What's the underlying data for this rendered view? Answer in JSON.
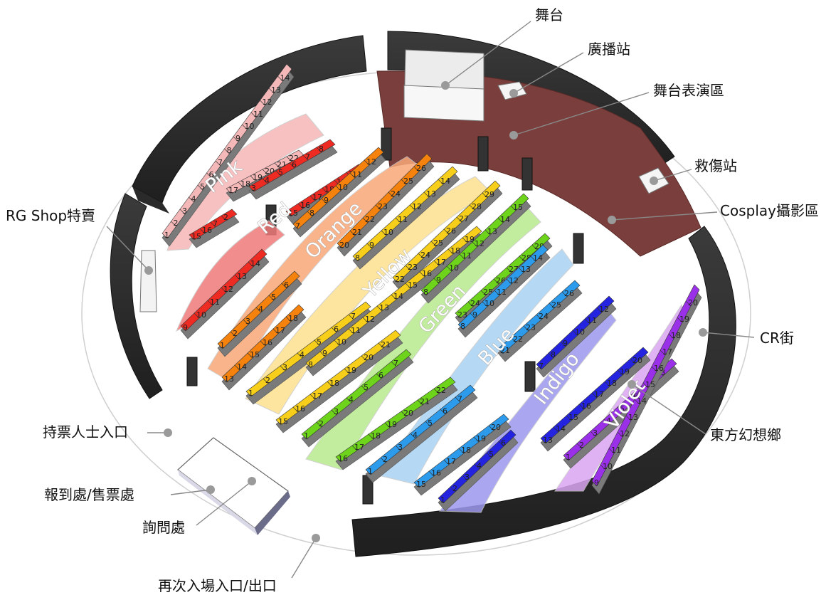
{
  "callouts": {
    "stage": "舞台",
    "broadcast": "廣播站",
    "performance_area": "舞台表演區",
    "first_aid": "救傷站",
    "cosplay": "Cosplay攝影區",
    "rg_shop": "RG Shop特賣",
    "cr_street": "CR街",
    "ticket_entrance": "持票人士入口",
    "touhou": "東方幻想鄉",
    "registration": "報到處/售票處",
    "inquiry": "詢問處",
    "reentry": "再次入場入口/出口"
  },
  "zones": [
    {
      "name": "Pink",
      "color": "#f6b7b7"
    },
    {
      "name": "Red",
      "color": "#f07a7a"
    },
    {
      "name": "Orange",
      "color": "#f9a878"
    },
    {
      "name": "Yellow",
      "color": "#fde18f"
    },
    {
      "name": "Green",
      "color": "#b9ea8e"
    },
    {
      "name": "Blue",
      "color": "#a9d3f4"
    },
    {
      "name": "Indigo",
      "color": "#9c98ee"
    },
    {
      "name": "Violet",
      "color": "#d9a5f2"
    }
  ],
  "rows": [
    {
      "key": "ring",
      "color": "#f4b8b8",
      "nums": [
        "1",
        "2",
        "3",
        "4",
        "5",
        "6",
        "7",
        "8",
        "9",
        "10",
        "11",
        "12",
        "13",
        "14"
      ]
    },
    {
      "key": "pink",
      "color": "#f6b7b7",
      "nums": [
        "17",
        "18",
        "19",
        "20",
        "21",
        "22"
      ]
    },
    {
      "key": "red-top",
      "color": "#ee2b22",
      "nums": [
        "3",
        "4",
        "5",
        "6",
        "7",
        "8"
      ]
    },
    {
      "key": "red-top-2",
      "color": "#ee2b22",
      "nums": [
        "15",
        "16",
        "17",
        "18",
        "19",
        "20"
      ]
    },
    {
      "key": "red-mini",
      "color": "#ee2b22",
      "nums": [
        "15",
        "16",
        "7",
        "2"
      ]
    },
    {
      "key": "red-front",
      "color": "#ee2b22",
      "nums": [
        "9",
        "10",
        "11",
        "12",
        "13",
        "14"
      ]
    },
    {
      "key": "orange-top",
      "color": "#f5820d",
      "nums": [
        "7",
        "8",
        "9",
        "10",
        "11",
        "12"
      ]
    },
    {
      "key": "orange-top-2",
      "color": "#f5820d",
      "nums": [
        "20",
        "21",
        "22",
        "23",
        "24",
        "25",
        "26"
      ]
    },
    {
      "key": "orange-1",
      "color": "#f5820d",
      "nums": [
        "1",
        "2",
        "3",
        "4",
        "5",
        "6"
      ]
    },
    {
      "key": "orange-2",
      "color": "#f5820d",
      "nums": [
        "13",
        "14",
        "15",
        "16",
        "17",
        "18"
      ]
    },
    {
      "key": "yellow-top",
      "color": "#f7cf1a",
      "nums": [
        "8",
        "9",
        "10",
        "11",
        "12",
        "13",
        "14"
      ]
    },
    {
      "key": "yellow-top-2",
      "color": "#f7cf1a",
      "nums": [
        "22",
        "23",
        "24",
        "25",
        "26",
        "27",
        "28",
        "29"
      ]
    },
    {
      "key": "yellow-1",
      "color": "#f7cf1a",
      "nums": [
        "1",
        "2",
        "3",
        "4",
        "5",
        "6",
        "7"
      ]
    },
    {
      "key": "yellow-2",
      "color": "#f7cf1a",
      "nums": [
        "15",
        "16",
        "17",
        "18",
        "19",
        "20",
        "21"
      ]
    },
    {
      "key": "yellow-3",
      "color": "#f7cf1a",
      "nums": [
        "8",
        "9",
        "10",
        "11",
        "12",
        "13",
        "14",
        "15",
        "16",
        "17",
        "18",
        "19"
      ]
    },
    {
      "key": "green-top",
      "color": "#6ed41b",
      "nums": [
        "8",
        "9",
        "10",
        "11",
        "12",
        "13",
        "14",
        "15"
      ]
    },
    {
      "key": "green-top-2",
      "color": "#6ed41b",
      "nums": [
        "23",
        "24",
        "25",
        "26",
        "27",
        "28",
        "29"
      ]
    },
    {
      "key": "green-1",
      "color": "#6ed41b",
      "nums": [
        "1",
        "2",
        "3",
        "4",
        "5",
        "6",
        "7"
      ]
    },
    {
      "key": "green-2",
      "color": "#6ed41b",
      "nums": [
        "16",
        "17",
        "18",
        "19",
        "20",
        "21",
        "22"
      ]
    },
    {
      "key": "blue-top",
      "color": "#2d9bec",
      "nums": [
        "8",
        "9",
        "10",
        "11",
        "12",
        "13",
        "14"
      ]
    },
    {
      "key": "blue-top-2",
      "color": "#2d9bec",
      "nums": [
        "21",
        "22",
        "23",
        "24",
        "25",
        "26"
      ]
    },
    {
      "key": "blue-1",
      "color": "#2d9bec",
      "nums": [
        "1",
        "2",
        "3",
        "4",
        "5",
        "6",
        "7"
      ]
    },
    {
      "key": "blue-2",
      "color": "#2d9bec",
      "nums": [
        "15",
        "16",
        "17",
        "18",
        "19",
        "20"
      ]
    },
    {
      "key": "indigo-front",
      "color": "#2424e0",
      "nums": [
        "1",
        "2",
        "3",
        "4",
        "5",
        "6"
      ]
    },
    {
      "key": "indigo-top",
      "color": "#2424e0",
      "nums": [
        "7",
        "8",
        "9",
        "10",
        "11",
        "12"
      ]
    },
    {
      "key": "indigo-2",
      "color": "#2424e0",
      "nums": [
        "13",
        "14",
        "15",
        "16",
        "17",
        "18",
        "19",
        "20"
      ]
    },
    {
      "key": "violet-1",
      "color": "#9a30e8",
      "nums": [
        "1",
        "2",
        "3",
        "4",
        "5",
        "6",
        "7",
        "8"
      ]
    },
    {
      "key": "violet-ring",
      "color": "#9a30e8",
      "nums": [
        "9",
        "10",
        "11",
        "12",
        "13",
        "14",
        "15",
        "16",
        "17",
        "18",
        "19",
        "20"
      ]
    }
  ]
}
